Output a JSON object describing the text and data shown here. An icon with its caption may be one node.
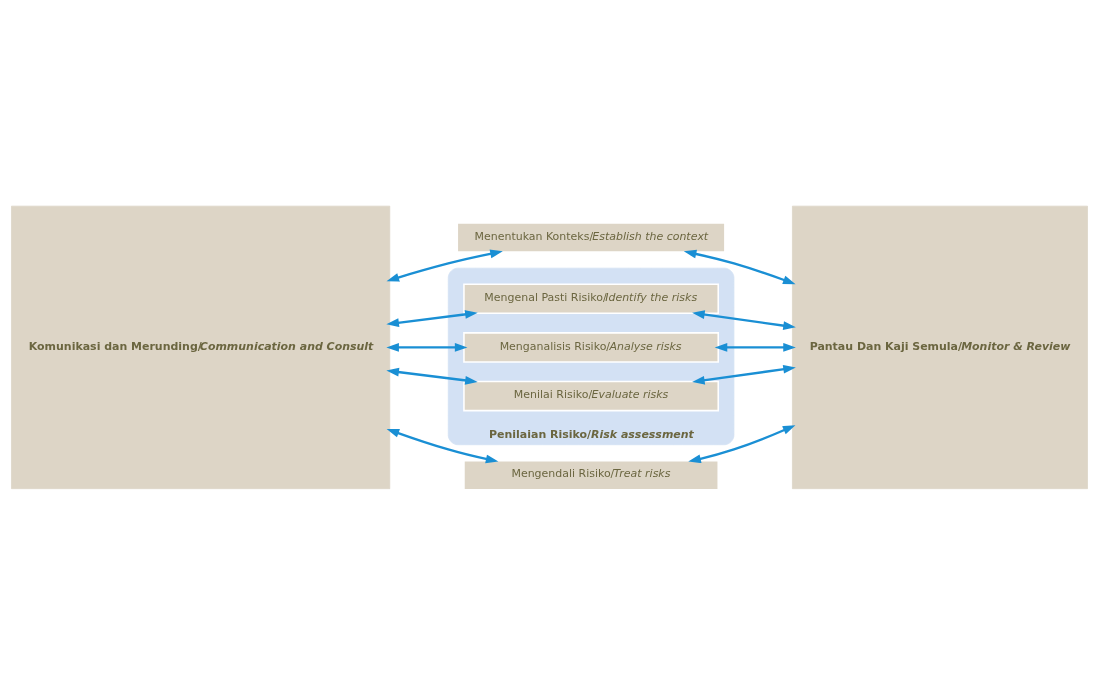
{
  "diagram": {
    "nodes": [
      {
        "text": [
          "Komunikasi dan Merunding/*Communication and Consult*"
        ]
      },
      {
        "text": [
          "Pantau Dan Kaji Semula/*Monitor & Review*"
        ]
      },
      {
        "text": [
          "Menentukan Konteks/*Establish the context*"
        ]
      },
      {
        "text": [
          "Penilaian Risiko/*Risk assessment*"
        ]
      },
      {
        "text": [
          "Mengenal Pasti Risiko/*Identify the risks*"
        ],
        "in": 3
      },
      {
        "text": [
          "Menganalisis Risiko/*Analyse risks*"
        ],
        "in": 3
      },
      {
        "text": [
          "Menilai Risiko/*Evaluate risks*"
        ],
        "in": 3
      },
      {
        "text": [
          "Mengendali Risiko/*Treat risks*"
        ]
      }
    ],
    "edges": [
      {
        "from": 0,
        "to": 2,
        "arrow": "both"
      },
      {
        "from": 2,
        "to": 1,
        "arrow": "both"
      },
      {
        "from": 0,
        "to": 4,
        "arrow": "both"
      },
      {
        "from": 4,
        "to": 1,
        "arrow": "both"
      },
      {
        "from": 0,
        "to": 5,
        "arrow": "both"
      },
      {
        "from": 5,
        "to": 1,
        "arrow": "both"
      },
      {
        "from": 0,
        "to": 6,
        "arrow": "both"
      },
      {
        "from": 6,
        "to": 1,
        "arrow": "both"
      },
      {
        "from": 0,
        "to": 7,
        "arrow": "both"
      },
      {
        "from": 7,
        "to": 1,
        "arrow": "both"
      }
    ]
  }
}
